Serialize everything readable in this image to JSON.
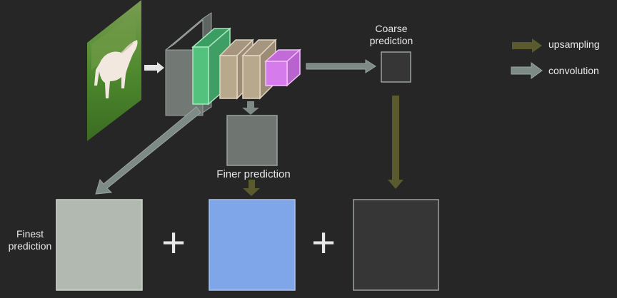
{
  "labels": {
    "coarse_line1": "Coarse",
    "coarse_line2": "prediction",
    "finer": "Finer prediction",
    "finest_line1": "Finest",
    "finest_line2": "prediction",
    "plus": "+"
  },
  "legend": [
    {
      "name": "upsampling",
      "color": "#5b5a2f"
    },
    {
      "name": "convolution",
      "color": "#7d8a85"
    }
  ],
  "colors": {
    "background": "#262626",
    "conv_arrow": "#7d8a85",
    "upsample_arrow": "#5b5a2f",
    "layer_gray": "#6f7672",
    "layer_green": "#52c27d",
    "layer_tan": "#b8a88c",
    "layer_purple": "#d57bec",
    "finest_box": "#b2b9b1",
    "finer_box": "#7fa6e8",
    "coarse_box": "#363636"
  },
  "icons": {
    "input_image": "horse-photo-image",
    "network_layers": "cnn-layer-blocks"
  }
}
